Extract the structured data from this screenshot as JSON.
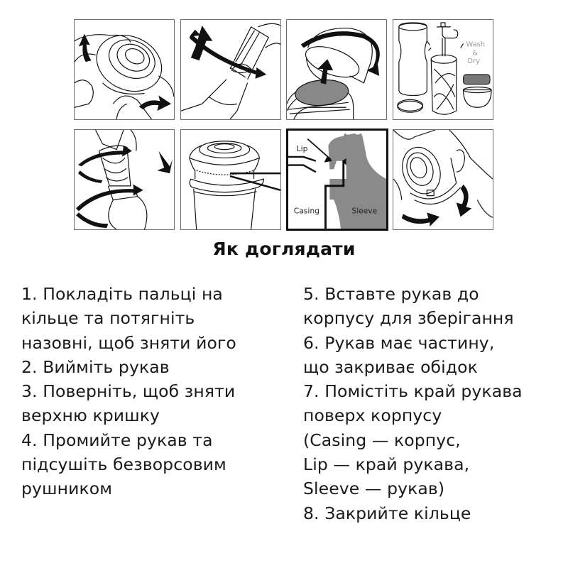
{
  "illustrations": {
    "row1": [
      {
        "step": 1,
        "label": "Pull ring outward",
        "icon": "hand-pull-ring"
      },
      {
        "step": 2,
        "label": "Remove sleeve",
        "icon": "twist-remove-sleeve"
      },
      {
        "step": 3,
        "label": "Twist off top lid",
        "icon": "twist-off-lid"
      },
      {
        "step": 4,
        "label": "Wash & Dry",
        "icon": "wash-dry",
        "text": "Wash\n&\nDry",
        "text_lines": [
          "Wash",
          "&",
          "Dry"
        ]
      }
    ],
    "row2": [
      {
        "step": 5,
        "label": "Insert sleeve into casing",
        "icon": "insert-sleeve"
      },
      {
        "step": 6,
        "label": "Sleeve covers lip",
        "icon": "bottle-cap-detail"
      },
      {
        "step": 7,
        "label": "Cross-section detail",
        "icon": "cross-section",
        "labels": {
          "lip": "Lip",
          "casing": "Casing",
          "sleeve": "Sleeve"
        }
      },
      {
        "step": 8,
        "label": "Close ring",
        "icon": "close-ring"
      }
    ]
  },
  "colors": {
    "line": "#111111",
    "panel_border": "#6e6e6e",
    "sleeve_gray": "#8a8a8a",
    "text": "#1a1a1a",
    "wash_text": "#999999"
  },
  "heading": "Як доглядати",
  "instructions": {
    "left": [
      "1. Покладіть пальці на",
      "кільце та потягніть",
      "назовні, щоб зняти його",
      "2. Вийміть рукав",
      "3. Поверніть, щоб зняти",
      "верхню кришку",
      "4. Промийте рукав та",
      "підсушіть безворсовим",
      "рушником"
    ],
    "right": [
      "5. Вставте рукав до",
      "корпусу для зберігання",
      "6. Рукав має частину,",
      "що закриває обідок",
      "7. Помістіть край рукава",
      "поверх корпусу",
      "(Casing — корпус,",
      "Lip — край рукава,",
      "Sleeve — рукав)",
      "8. Закрийте кільце"
    ]
  }
}
